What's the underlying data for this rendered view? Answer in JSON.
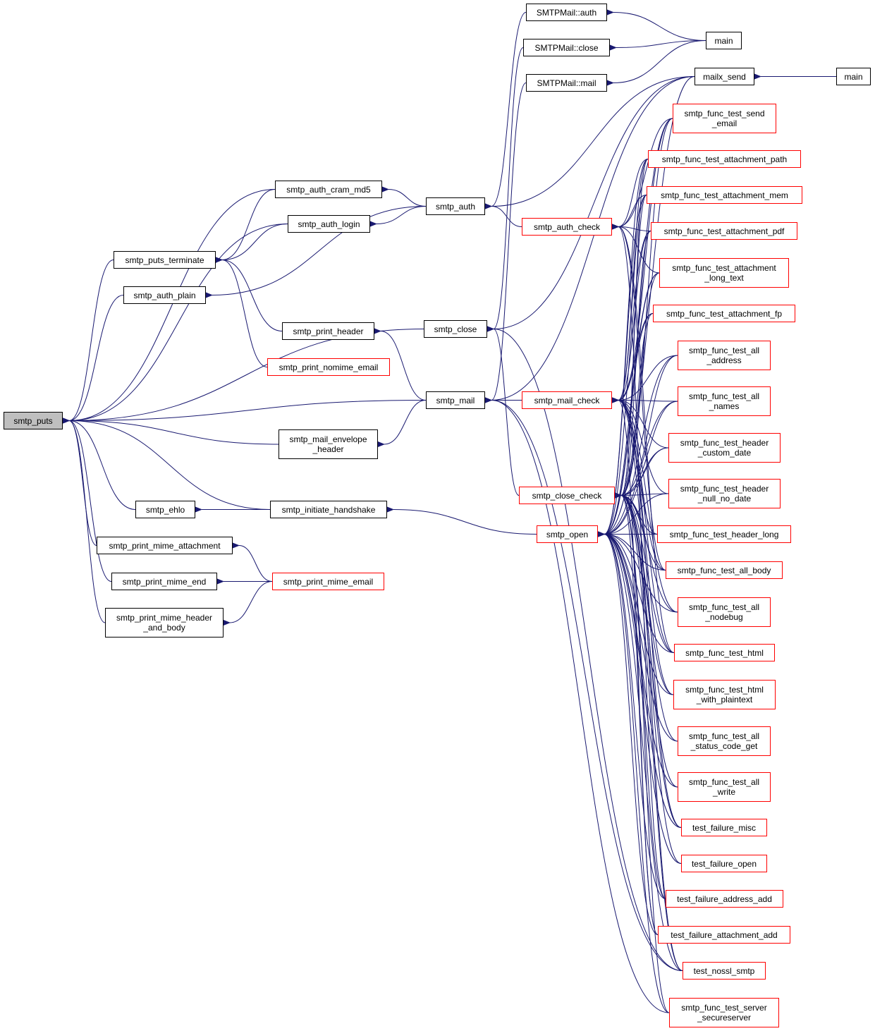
{
  "colors": {
    "edge": "#191970",
    "node_border": "#000000",
    "node_border_red": "#ff0000",
    "root_fill": "#bfbfbf"
  },
  "nodes": [
    {
      "id": "smtp_puts",
      "lines": [
        "smtp_puts"
      ],
      "red": false,
      "root": true
    },
    {
      "id": "smtp_auth_cram_md5",
      "lines": [
        "smtp_auth_cram_md5"
      ],
      "red": false
    },
    {
      "id": "smtp_auth_login",
      "lines": [
        "smtp_auth_login"
      ],
      "red": false
    },
    {
      "id": "smtp_puts_terminate",
      "lines": [
        "smtp_puts_terminate"
      ],
      "red": false
    },
    {
      "id": "smtp_auth_plain",
      "lines": [
        "smtp_auth_plain"
      ],
      "red": false
    },
    {
      "id": "smtp_print_header",
      "lines": [
        "smtp_print_header"
      ],
      "red": false
    },
    {
      "id": "smtp_print_nomime_email",
      "lines": [
        "smtp_print_nomime_email"
      ],
      "red": true
    },
    {
      "id": "smtp_mail_envelope_header",
      "lines": [
        "smtp_mail_envelope",
        "_header"
      ],
      "red": false
    },
    {
      "id": "smtp_ehlo",
      "lines": [
        "smtp_ehlo"
      ],
      "red": false
    },
    {
      "id": "smtp_initiate_handshake",
      "lines": [
        "smtp_initiate_handshake"
      ],
      "red": false
    },
    {
      "id": "smtp_print_mime_attachment",
      "lines": [
        "smtp_print_mime_attachment"
      ],
      "red": false
    },
    {
      "id": "smtp_print_mime_end",
      "lines": [
        "smtp_print_mime_end"
      ],
      "red": false
    },
    {
      "id": "smtp_print_mime_email",
      "lines": [
        "smtp_print_mime_email"
      ],
      "red": true
    },
    {
      "id": "smtp_print_mime_header_and_body",
      "lines": [
        "smtp_print_mime_header",
        "_and_body"
      ],
      "red": false
    },
    {
      "id": "smtpmail_auth",
      "lines": [
        "SMTPMail::auth"
      ],
      "red": false
    },
    {
      "id": "smtpmail_close",
      "lines": [
        "SMTPMail::close"
      ],
      "red": false
    },
    {
      "id": "smtpmail_mail",
      "lines": [
        "SMTPMail::mail"
      ],
      "red": false
    },
    {
      "id": "smtp_auth",
      "lines": [
        "smtp_auth"
      ],
      "red": false
    },
    {
      "id": "smtp_close",
      "lines": [
        "smtp_close"
      ],
      "red": false
    },
    {
      "id": "smtp_mail",
      "lines": [
        "smtp_mail"
      ],
      "red": false
    },
    {
      "id": "smtp_auth_check",
      "lines": [
        "smtp_auth_check"
      ],
      "red": true
    },
    {
      "id": "smtp_mail_check",
      "lines": [
        "smtp_mail_check"
      ],
      "red": true
    },
    {
      "id": "smtp_close_check",
      "lines": [
        "smtp_close_check"
      ],
      "red": true
    },
    {
      "id": "smtp_open",
      "lines": [
        "smtp_open"
      ],
      "red": true
    },
    {
      "id": "main1",
      "lines": [
        "main"
      ],
      "red": false
    },
    {
      "id": "mailx_send",
      "lines": [
        "mailx_send"
      ],
      "red": false
    },
    {
      "id": "main2",
      "lines": [
        "main"
      ],
      "red": false
    },
    {
      "id": "t_send_email",
      "lines": [
        "smtp_func_test_send",
        "_email"
      ],
      "red": true
    },
    {
      "id": "t_att_path",
      "lines": [
        "smtp_func_test_attachment_path"
      ],
      "red": true
    },
    {
      "id": "t_att_mem",
      "lines": [
        "smtp_func_test_attachment_mem"
      ],
      "red": true
    },
    {
      "id": "t_att_pdf",
      "lines": [
        "smtp_func_test_attachment_pdf"
      ],
      "red": true
    },
    {
      "id": "t_att_long",
      "lines": [
        "smtp_func_test_attachment",
        "_long_text"
      ],
      "red": true
    },
    {
      "id": "t_att_fp",
      "lines": [
        "smtp_func_test_attachment_fp"
      ],
      "red": true
    },
    {
      "id": "t_all_address",
      "lines": [
        "smtp_func_test_all",
        "_address"
      ],
      "red": true
    },
    {
      "id": "t_all_names",
      "lines": [
        "smtp_func_test_all",
        "_names"
      ],
      "red": true
    },
    {
      "id": "t_hdr_custom",
      "lines": [
        "smtp_func_test_header",
        "_custom_date"
      ],
      "red": true
    },
    {
      "id": "t_hdr_null",
      "lines": [
        "smtp_func_test_header",
        "_null_no_date"
      ],
      "red": true
    },
    {
      "id": "t_hdr_long",
      "lines": [
        "smtp_func_test_header_long"
      ],
      "red": true
    },
    {
      "id": "t_all_body",
      "lines": [
        "smtp_func_test_all_body"
      ],
      "red": true
    },
    {
      "id": "t_all_nodebug",
      "lines": [
        "smtp_func_test_all",
        "_nodebug"
      ],
      "red": true
    },
    {
      "id": "t_html",
      "lines": [
        "smtp_func_test_html"
      ],
      "red": true
    },
    {
      "id": "t_html_plain",
      "lines": [
        "smtp_func_test_html",
        "_with_plaintext"
      ],
      "red": true
    },
    {
      "id": "t_all_status",
      "lines": [
        "smtp_func_test_all",
        "_status_code_get"
      ],
      "red": true
    },
    {
      "id": "t_all_write",
      "lines": [
        "smtp_func_test_all",
        "_write"
      ],
      "red": true
    },
    {
      "id": "tf_misc",
      "lines": [
        "test_failure_misc"
      ],
      "red": true
    },
    {
      "id": "tf_open",
      "lines": [
        "test_failure_open"
      ],
      "red": true
    },
    {
      "id": "tf_addr",
      "lines": [
        "test_failure_address_add"
      ],
      "red": true
    },
    {
      "id": "tf_att",
      "lines": [
        "test_failure_attachment_add"
      ],
      "red": true
    },
    {
      "id": "t_nossl",
      "lines": [
        "test_nossl_smtp"
      ],
      "red": true
    },
    {
      "id": "t_secure",
      "lines": [
        "smtp_func_test_server",
        "_secureserver"
      ],
      "red": true
    }
  ],
  "edges": [
    [
      "smtp_puts",
      "smtp_auth_cram_md5"
    ],
    [
      "smtp_puts",
      "smtp_auth_login"
    ],
    [
      "smtp_puts",
      "smtp_puts_terminate"
    ],
    [
      "smtp_puts",
      "smtp_auth_plain"
    ],
    [
      "smtp_puts",
      "smtp_close"
    ],
    [
      "smtp_puts",
      "smtp_mail"
    ],
    [
      "smtp_puts",
      "smtp_mail_envelope_header"
    ],
    [
      "smtp_puts",
      "smtp_ehlo"
    ],
    [
      "smtp_puts",
      "smtp_initiate_handshake"
    ],
    [
      "smtp_puts",
      "smtp_print_mime_attachment"
    ],
    [
      "smtp_puts",
      "smtp_print_mime_end"
    ],
    [
      "smtp_puts",
      "smtp_print_mime_header_and_body"
    ],
    [
      "smtp_puts_terminate",
      "smtp_auth_cram_md5"
    ],
    [
      "smtp_puts_terminate",
      "smtp_auth_login"
    ],
    [
      "smtp_puts_terminate",
      "smtp_print_header"
    ],
    [
      "smtp_puts_terminate",
      "smtp_print_nomime_email"
    ],
    [
      "smtp_auth_plain",
      "smtp_auth"
    ],
    [
      "smtp_auth_cram_md5",
      "smtp_auth"
    ],
    [
      "smtp_auth_login",
      "smtp_auth"
    ],
    [
      "smtp_print_header",
      "smtp_mail"
    ],
    [
      "smtp_mail_envelope_header",
      "smtp_mail"
    ],
    [
      "smtp_ehlo",
      "smtp_initiate_handshake"
    ],
    [
      "smtp_initiate_handshake",
      "smtp_open"
    ],
    [
      "smtp_print_mime_attachment",
      "smtp_print_mime_email"
    ],
    [
      "smtp_print_mime_end",
      "smtp_print_mime_email"
    ],
    [
      "smtp_print_mime_header_and_body",
      "smtp_print_mime_email"
    ],
    [
      "smtp_auth",
      "smtpmail_auth"
    ],
    [
      "smtp_auth",
      "mailx_send"
    ],
    [
      "smtp_auth",
      "smtp_auth_check"
    ],
    [
      "smtp_close",
      "smtpmail_close"
    ],
    [
      "smtp_close",
      "mailx_send"
    ],
    [
      "smtp_close",
      "smtp_close_check"
    ],
    [
      "smtp_close",
      "t_nossl"
    ],
    [
      "smtp_mail",
      "smtpmail_mail"
    ],
    [
      "smtp_mail",
      "mailx_send"
    ],
    [
      "smtp_mail",
      "smtp_mail_check"
    ],
    [
      "smtp_mail",
      "t_nossl"
    ],
    [
      "smtp_mail",
      "t_secure"
    ],
    [
      "smtpmail_auth",
      "main1"
    ],
    [
      "smtpmail_close",
      "main1"
    ],
    [
      "smtpmail_mail",
      "main1"
    ],
    [
      "mailx_send",
      "main2"
    ],
    [
      "smtp_auth_check",
      "t_send_email"
    ],
    [
      "smtp_auth_check",
      "t_att_path"
    ],
    [
      "smtp_auth_check",
      "t_att_mem"
    ],
    [
      "smtp_auth_check",
      "t_att_pdf"
    ],
    [
      "smtp_auth_check",
      "t_att_long"
    ],
    [
      "smtp_auth_check",
      "t_all_body"
    ],
    [
      "smtp_auth_check",
      "t_html"
    ],
    [
      "smtp_auth_check",
      "tf_addr"
    ],
    [
      "smtp_mail_check",
      "t_send_email"
    ],
    [
      "smtp_mail_check",
      "t_att_path"
    ],
    [
      "smtp_mail_check",
      "t_att_mem"
    ],
    [
      "smtp_mail_check",
      "t_att_pdf"
    ],
    [
      "smtp_mail_check",
      "t_att_long"
    ],
    [
      "smtp_mail_check",
      "t_att_fp"
    ],
    [
      "smtp_mail_check",
      "t_all_address"
    ],
    [
      "smtp_mail_check",
      "t_all_names"
    ],
    [
      "smtp_mail_check",
      "t_hdr_custom"
    ],
    [
      "smtp_mail_check",
      "t_hdr_null"
    ],
    [
      "smtp_mail_check",
      "t_hdr_long"
    ],
    [
      "smtp_mail_check",
      "t_all_body"
    ],
    [
      "smtp_mail_check",
      "t_all_nodebug"
    ],
    [
      "smtp_mail_check",
      "t_html"
    ],
    [
      "smtp_mail_check",
      "t_html_plain"
    ],
    [
      "smtp_mail_check",
      "tf_misc"
    ],
    [
      "smtp_mail_check",
      "tf_att"
    ],
    [
      "smtp_mail_check",
      "t_nossl"
    ],
    [
      "smtp_close_check",
      "t_send_email"
    ],
    [
      "smtp_close_check",
      "t_att_path"
    ],
    [
      "smtp_close_check",
      "t_att_mem"
    ],
    [
      "smtp_close_check",
      "t_att_pdf"
    ],
    [
      "smtp_close_check",
      "t_att_long"
    ],
    [
      "smtp_close_check",
      "t_att_fp"
    ],
    [
      "smtp_close_check",
      "t_all_address"
    ],
    [
      "smtp_close_check",
      "t_all_names"
    ],
    [
      "smtp_close_check",
      "t_hdr_custom"
    ],
    [
      "smtp_close_check",
      "t_hdr_null"
    ],
    [
      "smtp_close_check",
      "t_hdr_long"
    ],
    [
      "smtp_close_check",
      "t_all_body"
    ],
    [
      "smtp_close_check",
      "t_all_nodebug"
    ],
    [
      "smtp_close_check",
      "t_html"
    ],
    [
      "smtp_close_check",
      "t_html_plain"
    ],
    [
      "smtp_close_check",
      "t_all_status"
    ],
    [
      "smtp_close_check",
      "t_all_write"
    ],
    [
      "smtp_close_check",
      "tf_misc"
    ],
    [
      "smtp_close_check",
      "tf_open"
    ],
    [
      "smtp_close_check",
      "tf_addr"
    ],
    [
      "smtp_close_check",
      "tf_att"
    ],
    [
      "smtp_close_check",
      "t_nossl"
    ],
    [
      "smtp_close_check",
      "t_secure"
    ],
    [
      "smtp_open",
      "mailx_send"
    ],
    [
      "smtp_open",
      "t_send_email"
    ],
    [
      "smtp_open",
      "t_att_path"
    ],
    [
      "smtp_open",
      "t_att_mem"
    ],
    [
      "smtp_open",
      "t_att_pdf"
    ],
    [
      "smtp_open",
      "t_att_long"
    ],
    [
      "smtp_open",
      "t_att_fp"
    ],
    [
      "smtp_open",
      "t_all_address"
    ],
    [
      "smtp_open",
      "t_all_names"
    ],
    [
      "smtp_open",
      "t_hdr_custom"
    ],
    [
      "smtp_open",
      "t_hdr_null"
    ],
    [
      "smtp_open",
      "t_hdr_long"
    ],
    [
      "smtp_open",
      "t_all_body"
    ],
    [
      "smtp_open",
      "t_all_nodebug"
    ],
    [
      "smtp_open",
      "t_html"
    ],
    [
      "smtp_open",
      "t_html_plain"
    ],
    [
      "smtp_open",
      "t_all_status"
    ],
    [
      "smtp_open",
      "t_all_write"
    ],
    [
      "smtp_open",
      "tf_misc"
    ],
    [
      "smtp_open",
      "tf_open"
    ],
    [
      "smtp_open",
      "tf_addr"
    ],
    [
      "smtp_open",
      "tf_att"
    ],
    [
      "smtp_open",
      "t_nossl"
    ],
    [
      "smtp_open",
      "t_secure"
    ]
  ]
}
